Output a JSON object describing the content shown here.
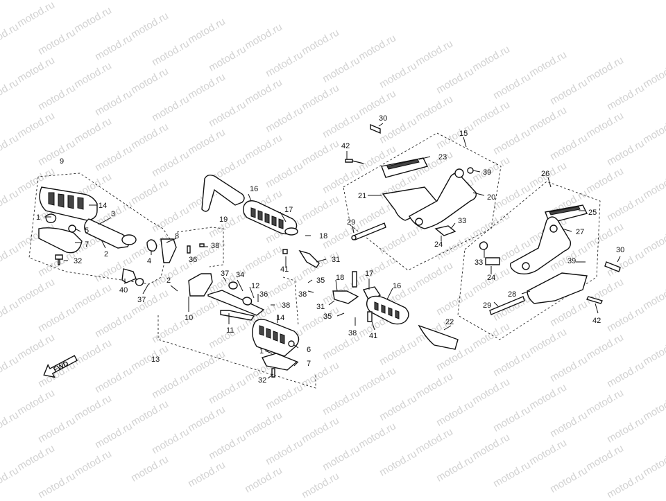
{
  "watermark": "motod.ru",
  "fwd_label": "FWD",
  "callouts": {
    "c9": "9",
    "c14a": "14",
    "c1a": "1",
    "c3": "3",
    "c5": "5",
    "c2a": "2",
    "c7a": "7",
    "c32a": "32",
    "c4": "4",
    "c8": "8",
    "c36a": "36",
    "c38a": "38",
    "c19": "19",
    "c40": "40",
    "c37a": "37",
    "c2b": "2",
    "c10": "10",
    "c13": "13",
    "c11": "11",
    "c37b": "37",
    "c34": "34",
    "c12": "12",
    "c36b": "36",
    "c38b": "38",
    "c14b": "14",
    "c1b": "1",
    "c6": "6",
    "c7b": "7",
    "c32b": "32",
    "c16a": "16",
    "c17a": "17",
    "c18a": "18",
    "c41a": "41",
    "c31a": "31",
    "c35a": "35",
    "c38c": "38",
    "c18b": "18",
    "c31b": "31",
    "c35b": "35",
    "c38d": "38",
    "c17b": "17",
    "c16b": "16",
    "c41b": "41",
    "c22": "22",
    "c30a": "30",
    "c42a": "42",
    "c15": "15",
    "c23": "23",
    "c39a": "39",
    "c21": "21",
    "c20": "20",
    "c29a": "29",
    "c33a": "33",
    "c24a": "24",
    "c26": "26",
    "c25": "25",
    "c27": "27",
    "c30b": "30",
    "c33b": "33",
    "c24b": "24",
    "c39b": "39",
    "c28": "28",
    "c29b": "29",
    "c42b": "42"
  }
}
